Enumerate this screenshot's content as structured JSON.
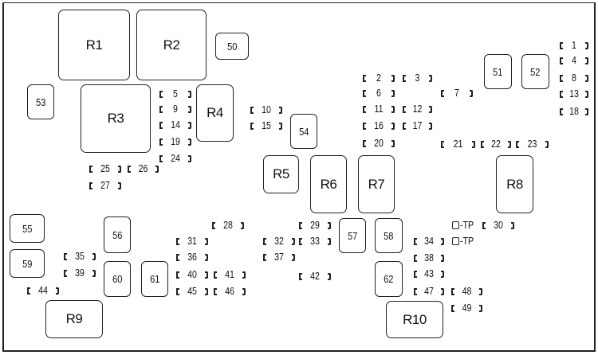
{
  "relays": [
    "R1",
    "R2",
    "R3",
    "R4",
    "R5",
    "R6",
    "R7",
    "R8",
    "R9",
    "R10"
  ],
  "mini_fuses": [
    "50",
    "51",
    "52",
    "53",
    "54",
    "55",
    "56",
    "57",
    "58",
    "59",
    "60",
    "61",
    "62"
  ],
  "fuses": [
    "1",
    "2",
    "3",
    "4",
    "5",
    "6",
    "7",
    "8",
    "9",
    "10",
    "11",
    "12",
    "13",
    "14",
    "15",
    "16",
    "17",
    "18",
    "19",
    "20",
    "21",
    "22",
    "23",
    "24",
    "25",
    "26",
    "27",
    "28",
    "29",
    "30",
    "31",
    "32",
    "33",
    "34",
    "35",
    "36",
    "37",
    "38",
    "39",
    "40",
    "41",
    "42",
    "43",
    "44",
    "45",
    "46",
    "47",
    "48",
    "49"
  ],
  "test_points": [
    "-TP",
    "-TP"
  ]
}
